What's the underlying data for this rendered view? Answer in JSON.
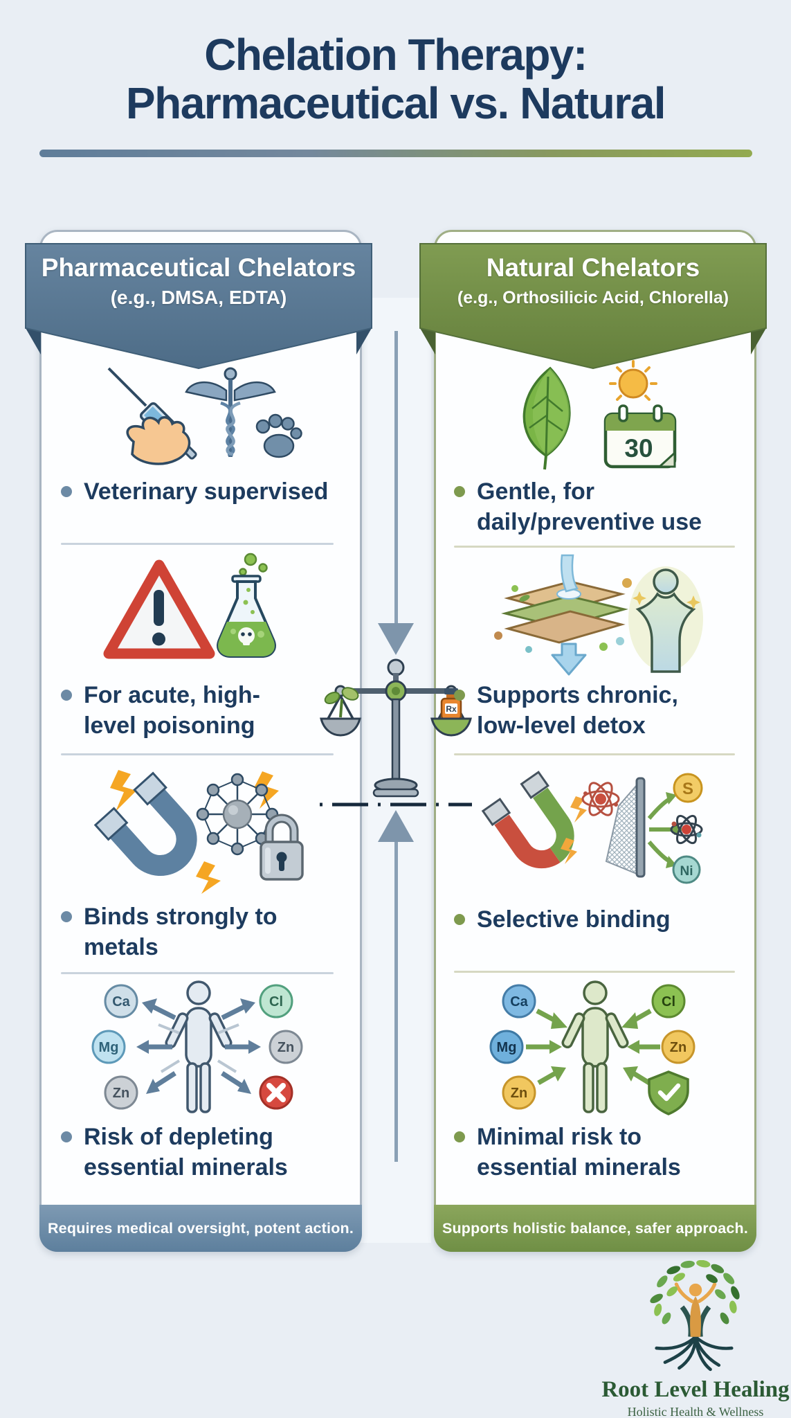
{
  "title": {
    "line1": "Chelation Therapy:",
    "line2": "Pharmaceutical vs. Natural"
  },
  "left": {
    "header_title": "Pharmaceutical Chelators",
    "header_subtitle": "(e.g., DMSA, EDTA)",
    "accent_color": "#567a96",
    "items": [
      {
        "icon": "syringe-caduceus-paw",
        "lines": [
          "Veterinary supervised"
        ]
      },
      {
        "icon": "warning-toxic-flask",
        "lines": [
          "For acute, high-",
          "level poisoning"
        ]
      },
      {
        "icon": "magnet-molecule-lock",
        "lines": [
          "Binds strongly to",
          "metals"
        ]
      },
      {
        "icon": "body-minerals-depleted",
        "lines": [
          "Risk of depleting",
          "essential minerals"
        ],
        "minerals": [
          "Ca",
          "Mg",
          "Zn",
          "Cl",
          "Zn"
        ]
      }
    ],
    "footer": "Requires medical oversight, potent action."
  },
  "right": {
    "header_title": "Natural Chelators",
    "header_subtitle": "(e.g., Orthosilicic Acid, Chlorella)",
    "accent_color": "#74924a",
    "items": [
      {
        "icon": "leaf-sun-calendar",
        "lines": [
          "Gentle, for",
          "daily/preventive use"
        ],
        "calendar_day": "30"
      },
      {
        "icon": "filter-detox-body",
        "lines": [
          "Supports chronic,",
          "low-level detox"
        ]
      },
      {
        "icon": "selective-magnet-filter",
        "lines": [
          "Selective binding"
        ],
        "elements": [
          "S",
          "Ni"
        ]
      },
      {
        "icon": "body-minerals-protected",
        "lines": [
          "Minimal risk to",
          "essential minerals"
        ],
        "minerals": [
          "Ca",
          "Mg",
          "Zn",
          "Cl",
          "Zn"
        ]
      }
    ],
    "footer": "Supports holistic balance, safer approach."
  },
  "center": {
    "icon": "balance-scale",
    "left_pan": "plant",
    "right_pan": "rx-bottle",
    "rx_label": "Rx"
  },
  "logo": {
    "name": "Root Level Healing",
    "tagline": "Holistic Health & Wellness"
  }
}
